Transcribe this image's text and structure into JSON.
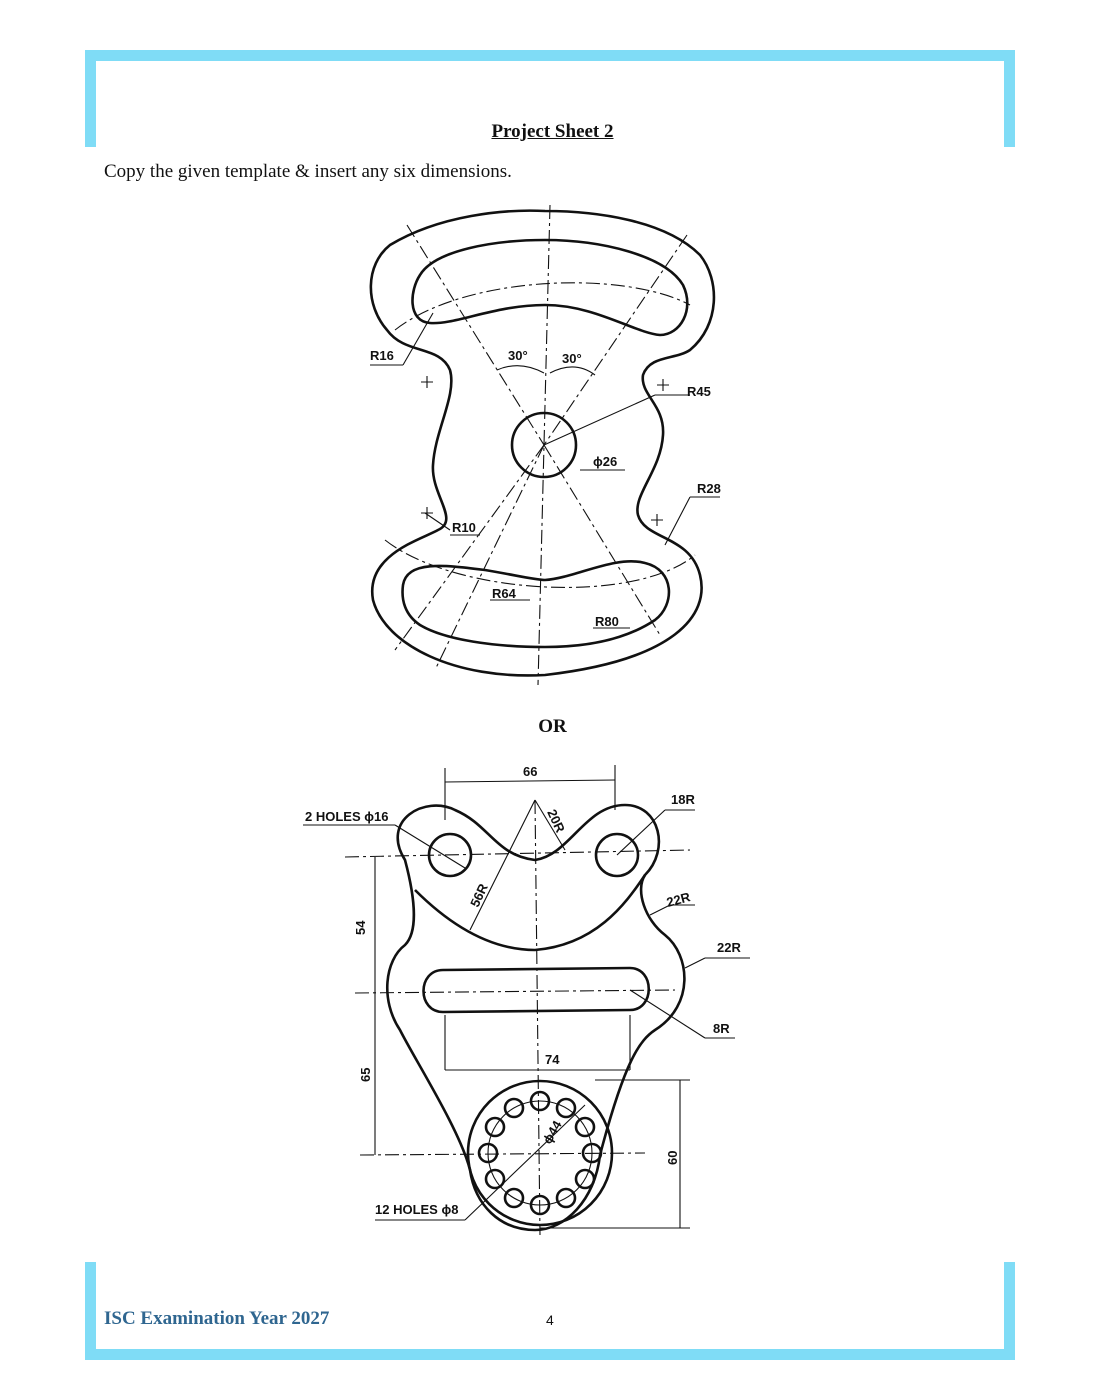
{
  "header": {
    "title": "Project Sheet 2"
  },
  "instruction": "Copy the given template & insert any six dimensions.",
  "separator": "OR",
  "drawing1": {
    "labels": {
      "r16": "R16",
      "a1": "30°",
      "a2": "30°",
      "r45": "R45",
      "d26": "ϕ26",
      "r28": "R28",
      "r10": "R10",
      "r64": "R64",
      "r80": "R80"
    }
  },
  "drawing2": {
    "labels": {
      "w66": "66",
      "r18": "18R",
      "holes2": "2 HOLES ϕ16",
      "r20": "20R",
      "r56": "56R",
      "r22a": "22R",
      "r22b": "22R",
      "v54": "54",
      "r8": "8R",
      "w74": "74",
      "v65": "65",
      "d44": "ϕ44",
      "v60": "60",
      "holes12": "12 HOLES ϕ8"
    }
  },
  "footer": {
    "exam": "ISC Examination Year 2027",
    "page": "4"
  }
}
